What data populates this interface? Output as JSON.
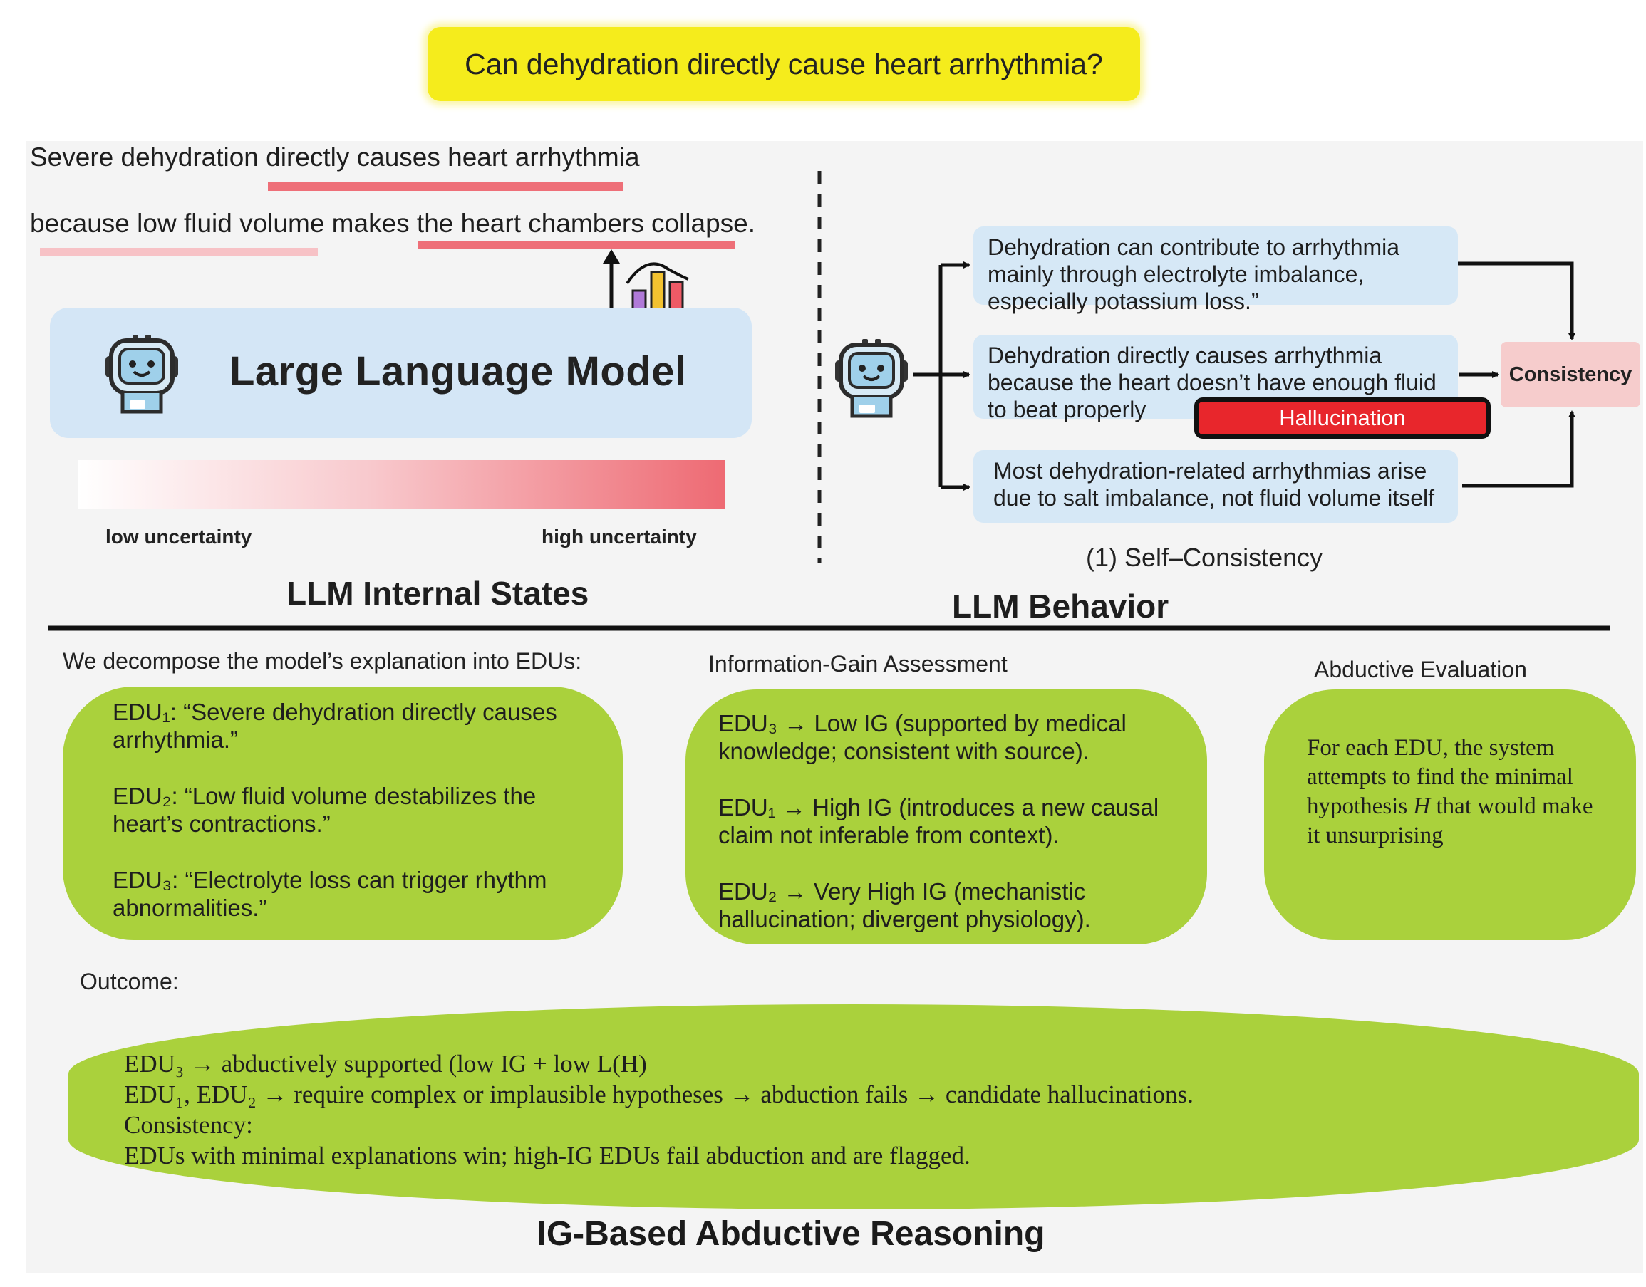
{
  "question": "Can dehydration directly cause heart arrhythmia?",
  "internal_states": {
    "sentence_1": "Severe dehydration directly causes heart arrhythmia",
    "sentence_2": "because low fluid volume makes the heart chambers collapse.",
    "model_label": "Large Language Model",
    "low_label": "low uncertainty",
    "high_label": "high uncertainty",
    "section_title": "LLM Internal States"
  },
  "behavior": {
    "responses": [
      {
        "text": "Dehydration can contribute to arrhythmia mainly through electrolyte imbalance, especially potassium loss.”"
      },
      {
        "text": "Dehydration directly causes arrhythmia because the heart doesn’t have enough fluid to beat properly"
      },
      {
        "text": "Most dehydration-related arrhythmias arise due to salt imbalance, not fluid volume itself"
      }
    ],
    "hallucination_label": "Hallucination",
    "consistency_label": "Consistency",
    "method_label": "(1) Self–Consistency",
    "section_title": "LLM Behavior"
  },
  "abduction": {
    "edu_intro": "We decompose the model’s explanation into EDUs:",
    "edus": [
      "EDU₁: “Severe dehydration directly causes arrhythmia.”",
      "EDU₂: “Low fluid volume destabilizes the heart’s contractions.”",
      "EDU₃: “Electrolyte loss can trigger rhythm abnormalities.”"
    ],
    "ig_title": "Information-Gain Assessment",
    "ig_items": [
      "EDU₃ → Low IG (supported by medical knowledge; consistent with source).",
      "EDU₁ → High IG (introduces a new causal claim not inferable from context).",
      "EDU₂ → Very High IG (mechanistic hallucination; divergent physiology)."
    ],
    "eval_title": "Abductive Evaluation",
    "eval_text_pre": "For each EDU, the system attempts to find the minimal hypothesis",
    "eval_var": "H",
    "eval_text_post": "that would make it unsurprising",
    "outcome_label": "Outcome:",
    "outcome_lines": [
      "EDU₃ → abductively supported (low IG + low L(H)",
      "EDU₁, EDU₂ → require complex or implausible hypotheses → abduction fails → candidate hallucinations.",
      "Consistency:",
      "EDUs with minimal explanations win; high-IG EDUs fail abduction and are flagged."
    ],
    "section_title": "IG-Based Abductive Reasoning"
  },
  "colors": {
    "question_bg": "#f5ec1c",
    "llm_box": "#d4e6f6",
    "response_box": "#d6e8f6",
    "uncertainty_high": "#ee6a73",
    "hallucination": "#e8262c",
    "consistency_bg": "#f6cccc",
    "green_blob": "#aad13c"
  },
  "icons": [
    "robot-icon",
    "bar-chart-icon",
    "arrow-up-icon"
  ]
}
